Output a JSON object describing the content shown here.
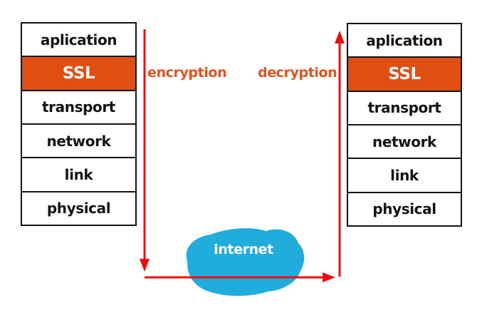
{
  "stacks": {
    "left": [
      "aplication",
      "SSL",
      "transport",
      "network",
      "link",
      "physical"
    ],
    "right": [
      "aplication",
      "SSL",
      "transport",
      "network",
      "link",
      "physical"
    ]
  },
  "labels": {
    "encryption": "encryption",
    "decryption": "decryption",
    "internet": "internet"
  },
  "colors": {
    "ssl_fill": "#E04E12",
    "process_label": "#E8511D",
    "arrow": "#F20C0C",
    "cloud": "#20ADDC",
    "border": "#141414",
    "background": "#FFFFFF"
  }
}
